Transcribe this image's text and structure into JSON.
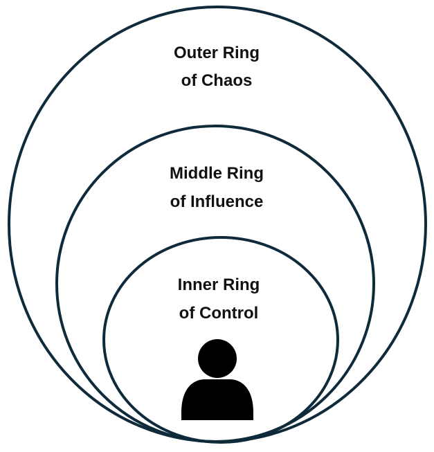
{
  "colors": {
    "ring_stroke": "#0f2a3a",
    "label_text": "#111111",
    "person_fill": "#000000",
    "background": "#ffffff"
  },
  "rings": {
    "outer": {
      "line1": "Outer Ring",
      "line2": "of Chaos"
    },
    "middle": {
      "line1": "Middle Ring",
      "line2": "of Influence"
    },
    "inner": {
      "line1": "Inner Ring",
      "line2": "of Control"
    }
  },
  "person_icon": "person-icon"
}
